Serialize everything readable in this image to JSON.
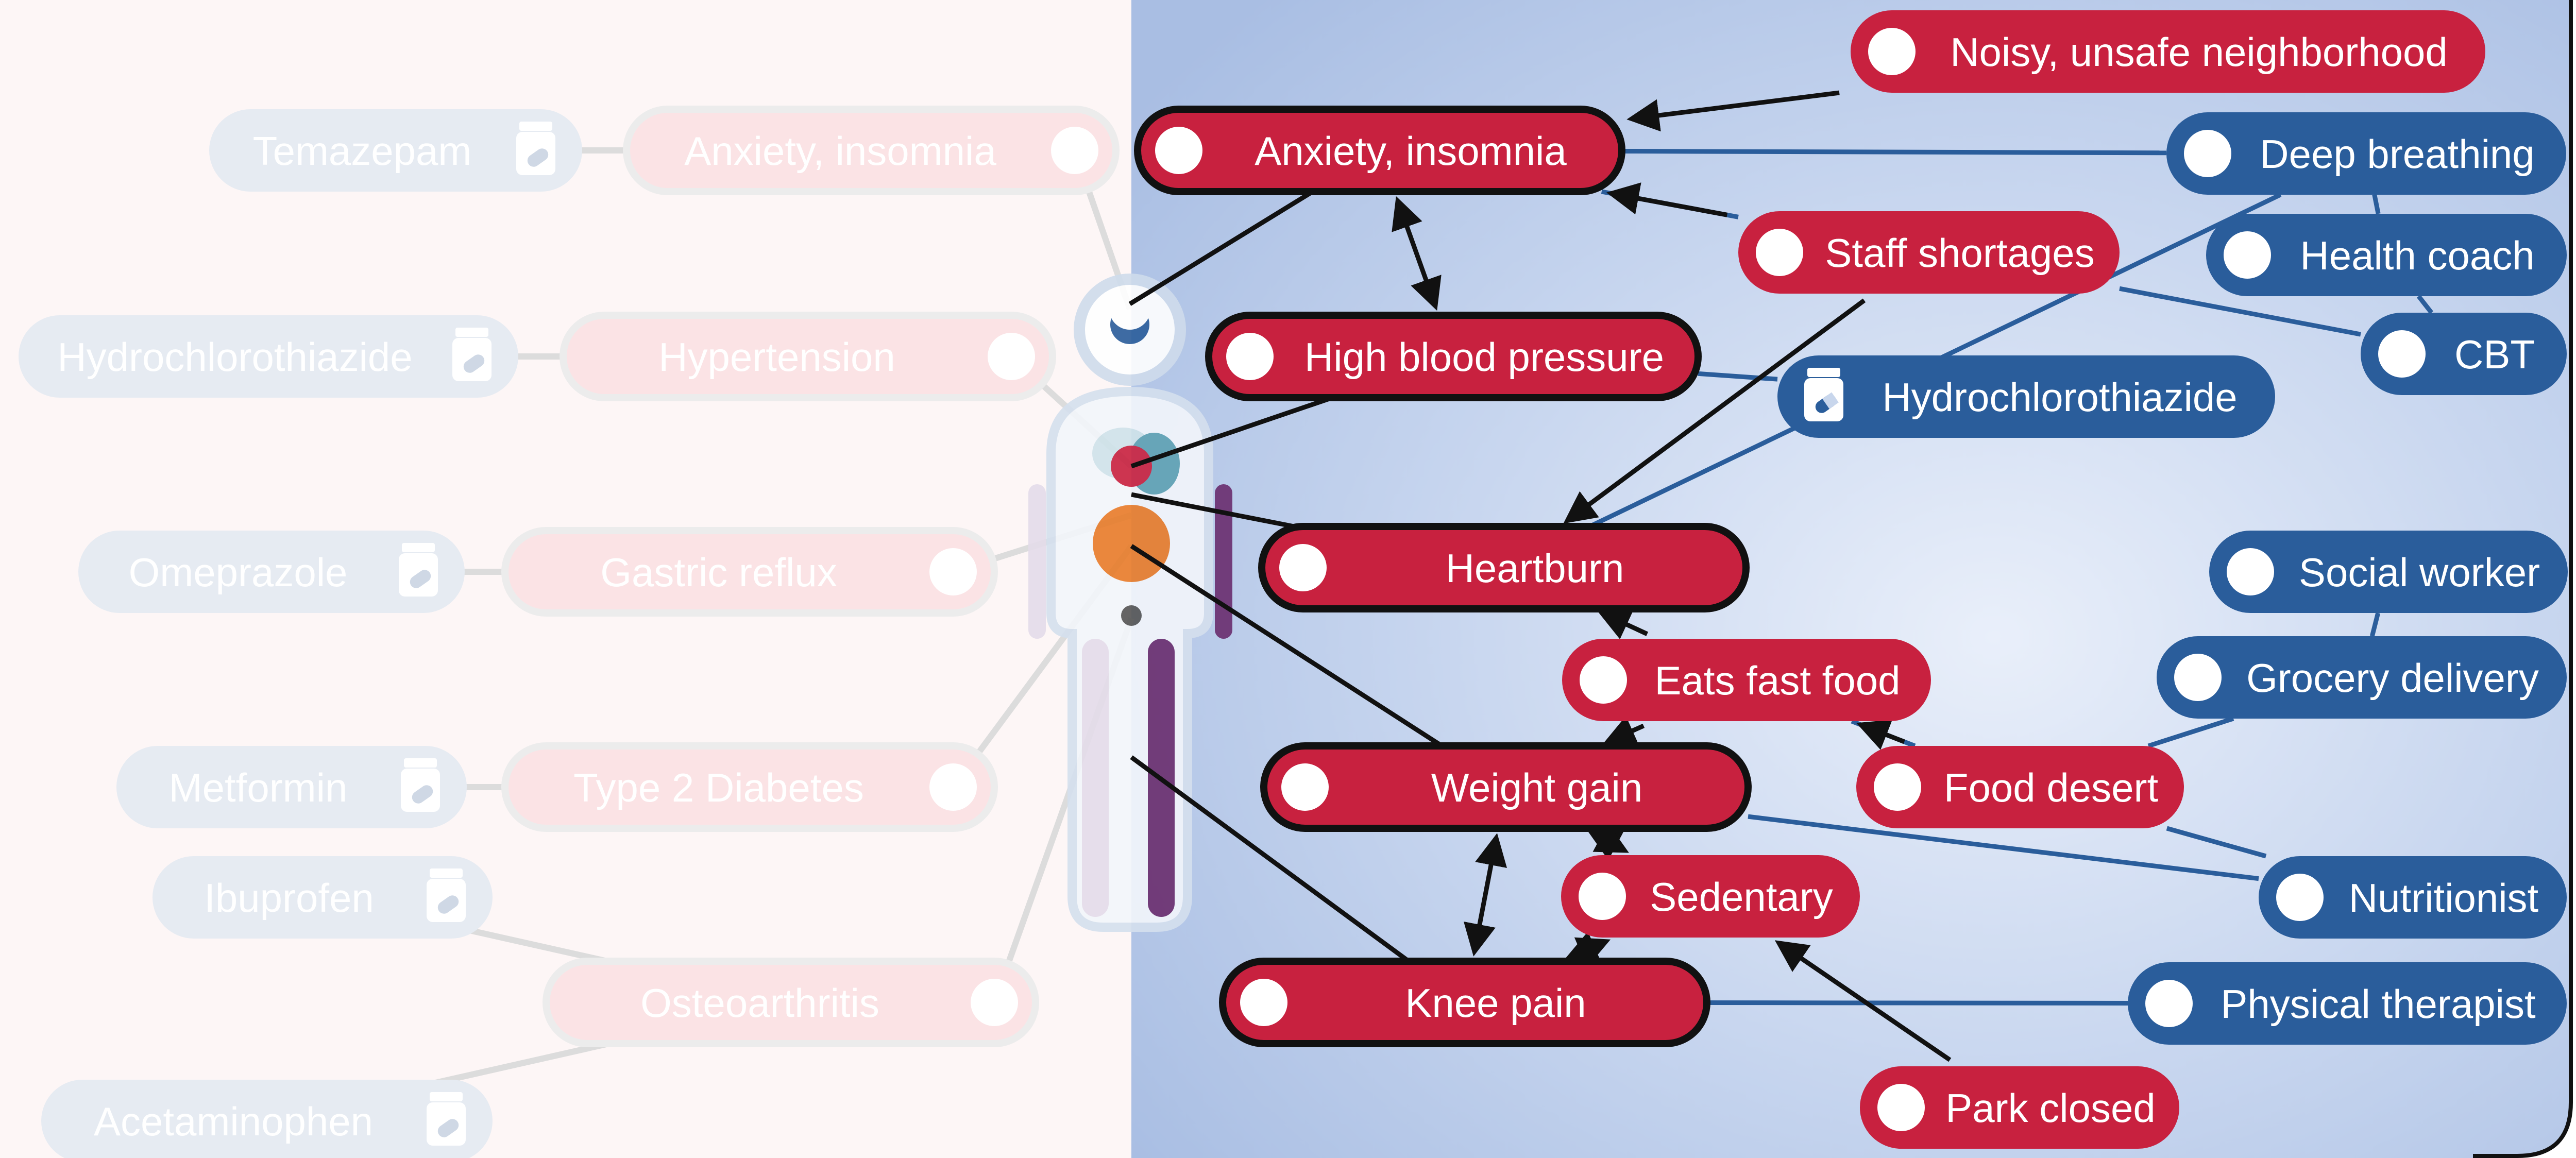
{
  "diagram": {
    "colors": {
      "condition_red": "#c8213f",
      "resource_blue": "#2a5d9b",
      "faded_red": "#fbe3e5",
      "faded_blue": "#e6ebf2",
      "panel_blue": "#b4c7e8",
      "link_line": "#2a5d9b",
      "arrow": "#111111",
      "organ_heart": "#c8213f",
      "organ_lung": "#5fa2b3",
      "organ_stomach": "#e87c2a",
      "organ_muscle": "#6a2d6e"
    },
    "faded_conditions": [
      {
        "id": "f-anxiety",
        "label": "Anxiety, insomnia"
      },
      {
        "id": "f-hypertension",
        "label": "Hypertension"
      },
      {
        "id": "f-gastric",
        "label": "Gastric reflux"
      },
      {
        "id": "f-diabetes",
        "label": "Type 2 Diabetes"
      },
      {
        "id": "f-osteo",
        "label": "Osteoarthritis"
      }
    ],
    "faded_medications": [
      {
        "id": "f-temazepam",
        "label": "Temazepam",
        "icon": "pill-bottle-icon"
      },
      {
        "id": "f-hctz",
        "label": "Hydrochlorothiazide",
        "icon": "pill-bottle-icon"
      },
      {
        "id": "f-omeprazole",
        "label": "Omeprazole",
        "icon": "pill-bottle-icon"
      },
      {
        "id": "f-metformin",
        "label": "Metformin",
        "icon": "pill-bottle-icon"
      },
      {
        "id": "f-ibuprofen",
        "label": "Ibuprofen",
        "icon": "pill-bottle-icon"
      },
      {
        "id": "f-acetaminophen",
        "label": "Acetaminophen",
        "icon": "pill-bottle-icon"
      }
    ],
    "conditions": [
      {
        "id": "anxiety",
        "label": "Anxiety, insomnia",
        "primary": true
      },
      {
        "id": "bp",
        "label": "High blood pressure",
        "primary": true
      },
      {
        "id": "heartburn",
        "label": "Heartburn",
        "primary": true
      },
      {
        "id": "weight",
        "label": "Weight gain",
        "primary": true
      },
      {
        "id": "knee",
        "label": "Knee pain",
        "primary": true
      },
      {
        "id": "noisy",
        "label": "Noisy, unsafe neighborhood",
        "primary": false
      },
      {
        "id": "staff",
        "label": "Staff shortages",
        "primary": false
      },
      {
        "id": "fastfood",
        "label": "Eats fast food",
        "primary": false
      },
      {
        "id": "fooddesert",
        "label": "Food desert",
        "primary": false
      },
      {
        "id": "sedentary",
        "label": "Sedentary",
        "primary": false
      },
      {
        "id": "park",
        "label": "Park closed",
        "primary": false
      }
    ],
    "resources": [
      {
        "id": "breathing",
        "label": "Deep breathing"
      },
      {
        "id": "coach",
        "label": "Health coach"
      },
      {
        "id": "cbt",
        "label": "CBT"
      },
      {
        "id": "hctz",
        "label": "Hydrochlorothiazide",
        "icon": "pill-bottle-icon"
      },
      {
        "id": "social",
        "label": "Social worker"
      },
      {
        "id": "grocery",
        "label": "Grocery delivery"
      },
      {
        "id": "nutritionist",
        "label": "Nutritionist"
      },
      {
        "id": "pt",
        "label": "Physical therapist"
      }
    ],
    "arrows": [
      {
        "from": "noisy",
        "to": "anxiety"
      },
      {
        "from": "staff",
        "to": "anxiety"
      },
      {
        "from": "staff",
        "to": "heartburn"
      },
      {
        "from": "anxiety",
        "to": "bp",
        "bidirectional": true
      },
      {
        "from": "fastfood",
        "to": "heartburn"
      },
      {
        "from": "fastfood",
        "to": "weight"
      },
      {
        "from": "fooddesert",
        "to": "fastfood"
      },
      {
        "from": "weight",
        "to": "knee",
        "bidirectional": true
      },
      {
        "from": "weight",
        "to": "sedentary",
        "bidirectional": true
      },
      {
        "from": "knee",
        "to": "sedentary",
        "bidirectional": true
      },
      {
        "from": "park",
        "to": "sedentary"
      }
    ],
    "links": [
      {
        "from": "anxiety",
        "to": "breathing"
      },
      {
        "from": "anxiety",
        "to": "staff"
      },
      {
        "from": "staff",
        "to": "cbt"
      },
      {
        "from": "breathing",
        "to": "coach"
      },
      {
        "from": "coach",
        "to": "cbt"
      },
      {
        "from": "bp",
        "to": "hctz"
      },
      {
        "from": "heartburn",
        "to": "breathing"
      },
      {
        "from": "social",
        "to": "grocery"
      },
      {
        "from": "grocery",
        "to": "fooddesert"
      },
      {
        "from": "fooddesert",
        "to": "nutritionist"
      },
      {
        "from": "fastfood",
        "to": "fooddesert"
      },
      {
        "from": "weight",
        "to": "nutritionist"
      },
      {
        "from": "knee",
        "to": "pt"
      }
    ]
  }
}
